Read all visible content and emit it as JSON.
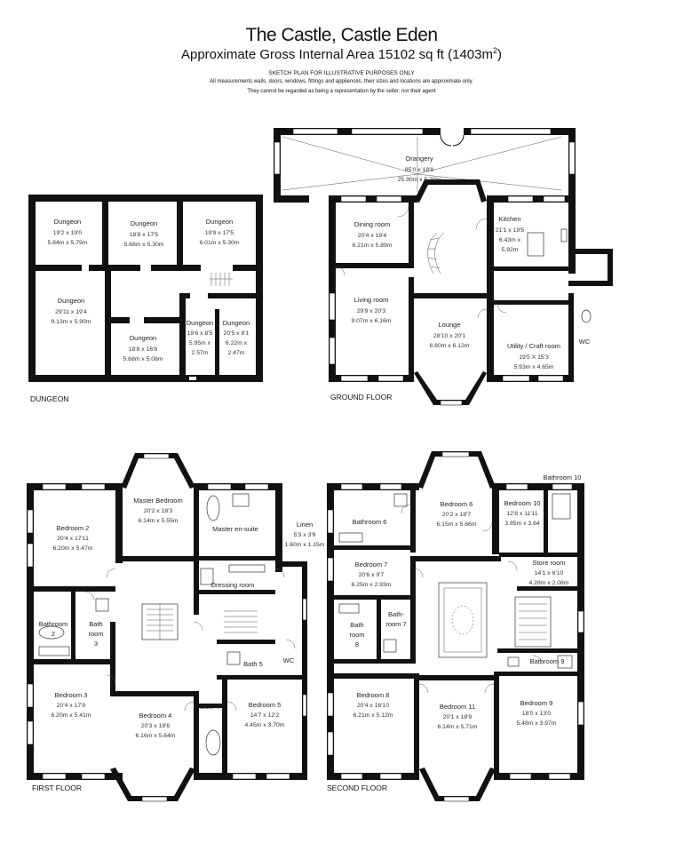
{
  "header": {
    "title": "The Castle, Castle Eden",
    "subtitle_prefix": "Approximate Gross Internal Area 15102 sq ft (1403m",
    "subtitle_sup": "2",
    "subtitle_suffix": ")",
    "note1": "SKETCH PLAN FOR ILLUSTRATIVE PURPOSES ONLY",
    "note2": "All measurements walls, doors, windows, fittings and appliences, their sizes and locations are approximate only.",
    "note3": "They cannot be regarded as being a representation by the seller, nor their agent"
  },
  "floors": {
    "dungeon": {
      "label": "DUNGEON",
      "rooms": [
        {
          "name": "Dungeon",
          "imperial": "19'2 x 19'0",
          "metric": "5.84m x 5.79m"
        },
        {
          "name": "Dungeon",
          "imperial": "18'8 x 17'5",
          "metric": "5.68m x 5.30m"
        },
        {
          "name": "Dungeon",
          "imperial": "19'9 x 17'5",
          "metric": "6.01m x 5.30m"
        },
        {
          "name": "Dungeon",
          "imperial": "29'11 x 19'4",
          "metric": "9.13m x 5.90m"
        },
        {
          "name": "Dungeon",
          "imperial": "18'8 x 16'8",
          "metric": "5.68m x 5.08m"
        },
        {
          "name": "Dungeon",
          "imperial": "19'6 x 8'5",
          "metric": "5.95m x",
          "metric2": "2.57m"
        },
        {
          "name": "Dungeon",
          "imperial": "20'5 x 8'1",
          "metric": "6.22m x",
          "metric2": "2.47m"
        }
      ]
    },
    "ground": {
      "label": "GROUND FLOOR",
      "rooms": [
        {
          "name": "Orangery",
          "imperial": "85'0 x 18'8",
          "metric": "25.90m x 5.70m"
        },
        {
          "name": "Dining room",
          "imperial": "20'4 x 19'4",
          "metric": "6.21m x 5.89m"
        },
        {
          "name": "Kitchen",
          "imperial": "21'1 x 19'5",
          "metric": "6.43m x",
          "metric2": "5.92m"
        },
        {
          "name": "Living room",
          "imperial": "29'9 x 20'3",
          "metric": "9.07m x 6.16m"
        },
        {
          "name": "Lounge",
          "imperial": "28'10 x 20'1",
          "metric": "8.80m x 6.12m"
        },
        {
          "name": "Utility / Craft room",
          "imperial": "19'5 X 15'3",
          "metric": "5.93m x 4.65m"
        },
        {
          "name": "WC"
        }
      ]
    },
    "first": {
      "label": "FIRST FLOOR",
      "rooms": [
        {
          "name": "Bedroom 2",
          "imperial": "20'4 x 17'11",
          "metric": "6.20m x 5.47m"
        },
        {
          "name": "Master Bedroom",
          "imperial": "20'2 x 18'3",
          "metric": "6.14m x 5.55m"
        },
        {
          "name": "Master en-suite"
        },
        {
          "name": "Linen",
          "imperial": "5'3 x 3'9",
          "metric": "1.60m x 1.15m"
        },
        {
          "name": "Dressing room"
        },
        {
          "name": "Bathroom",
          "name2": "2"
        },
        {
          "name": "Bath",
          "name2": "room",
          "name3": "3"
        },
        {
          "name": "Bath 5"
        },
        {
          "name": "WC"
        },
        {
          "name": "Bedroom 3",
          "imperial": "20'4 x 17'9",
          "metric": "6.20m x 5.41m"
        },
        {
          "name": "Bedroom 4",
          "imperial": "20'3 x 18'6",
          "metric": "6.16m x 5.64m"
        },
        {
          "name": "Bath 4"
        },
        {
          "name": "Bedroom 5",
          "imperial": "14'7 x 12'2",
          "metric": "4.45m x 3.70m"
        }
      ]
    },
    "second": {
      "label": "SECOND FLOOR",
      "rooms": [
        {
          "name": "Bathroom 10"
        },
        {
          "name": "Bathroom 6"
        },
        {
          "name": "Bedroom 6",
          "imperial": "20'2 x 18'7",
          "metric": "6.15m x 5.66m"
        },
        {
          "name": "Bedroom 10",
          "imperial": "12'8 x 11'11",
          "metric": "3.85m x 3.64"
        },
        {
          "name": "Bedroom 7",
          "imperial": "20'6 x 9'7",
          "metric": "6.25m x 2.93m"
        },
        {
          "name": "Store room",
          "imperial": "14'1 x 6'10",
          "metric": "4.28m x 2.08m"
        },
        {
          "name": "Bath",
          "name2": "room",
          "name3": "8"
        },
        {
          "name": "Bath-",
          "name2": "room 7"
        },
        {
          "name": "Bathroom 9"
        },
        {
          "name": "Bedroom 8",
          "imperial": "20'4 x 16'10",
          "metric": "6.21m x 5.12m"
        },
        {
          "name": "Bedroom 11",
          "imperial": "20'1 x 18'9",
          "metric": "6.14m x 5.71m"
        },
        {
          "name": "Bedroom 9",
          "imperial": "18'0 x 13'0",
          "metric": "5.48m x 3.97m"
        }
      ]
    }
  },
  "colors": {
    "wall": "#111111",
    "background": "#ffffff",
    "window": "#ffffff"
  }
}
